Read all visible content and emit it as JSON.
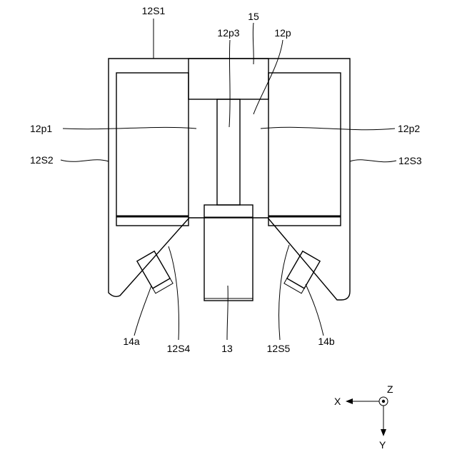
{
  "labels": {
    "s1": "12S1",
    "p15": "15",
    "p3": "12p3",
    "p": "12p",
    "p1": "12p1",
    "p2": "12p2",
    "s2": "12S2",
    "s3": "12S3",
    "a14": "14a",
    "s4": "12S4",
    "c13": "13",
    "s5": "12S5",
    "b14": "14b"
  },
  "axes": {
    "x": "X",
    "y": "Y",
    "z": "Z"
  }
}
